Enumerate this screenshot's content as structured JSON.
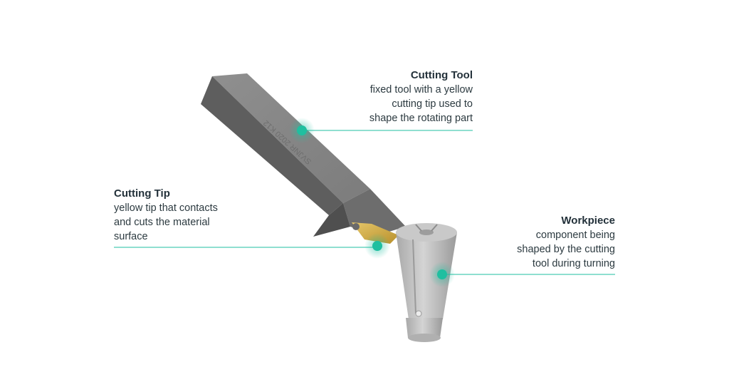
{
  "accent_color": "#1fbfa0",
  "tool_engraving": "SVJNR 2020 K12",
  "callouts": {
    "cutting_tool": {
      "title": "Cutting Tool",
      "lines": [
        "fixed tool with a yellow",
        "cutting tip used to",
        "shape the rotating part"
      ]
    },
    "cutting_tip": {
      "title": "Cutting Tip",
      "lines": [
        "yellow tip that contacts",
        "and cuts the material",
        "surface"
      ]
    },
    "workpiece": {
      "title": "Workpiece",
      "lines": [
        "component being",
        "shaped by the cutting",
        "tool during turning"
      ]
    }
  }
}
